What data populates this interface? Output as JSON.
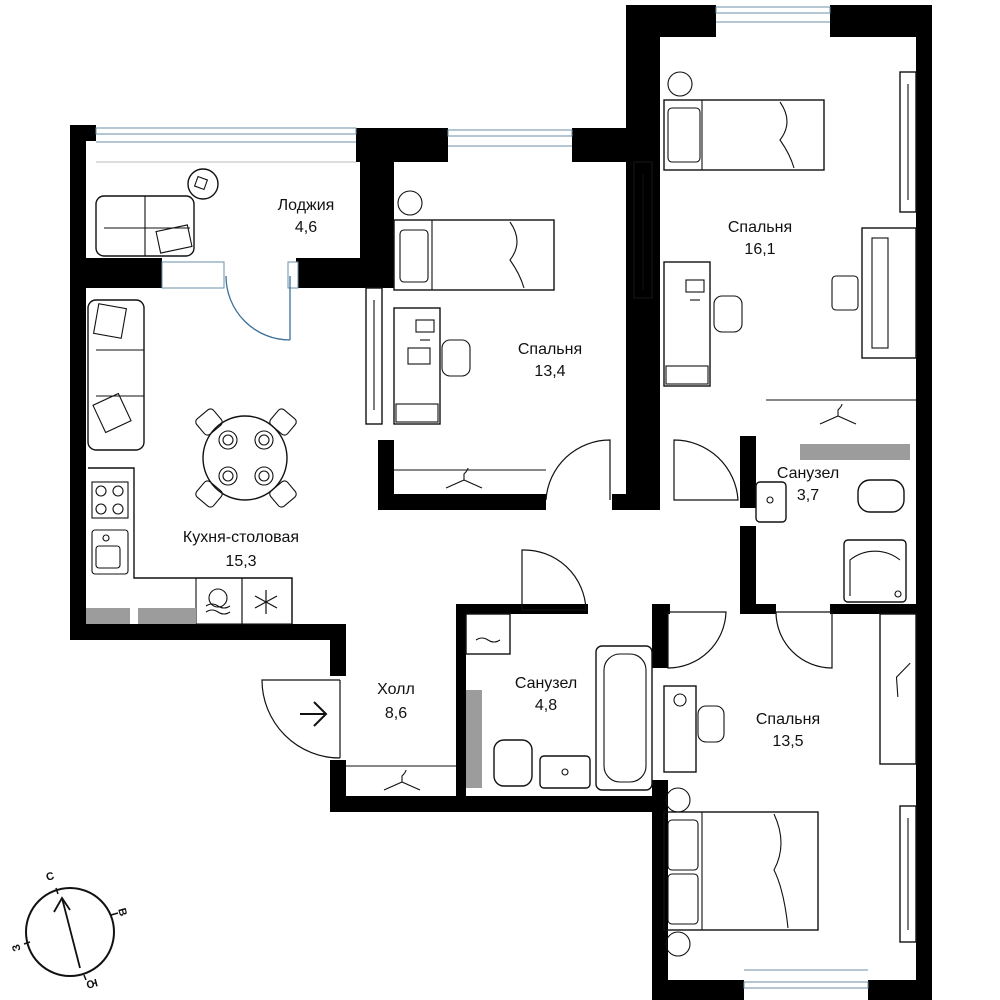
{
  "rooms": [
    {
      "id": "loggia",
      "name": "Лоджия",
      "area": "4,6"
    },
    {
      "id": "bedroom1",
      "name": "Спальня",
      "area": "13,4"
    },
    {
      "id": "bedroom2",
      "name": "Спальня",
      "area": "16,1"
    },
    {
      "id": "kitchen",
      "name": "Кухня-столовая",
      "area": "15,3"
    },
    {
      "id": "bath1",
      "name": "Санузел",
      "area": "3,7"
    },
    {
      "id": "hall",
      "name": "Холл",
      "area": "8,6"
    },
    {
      "id": "bath2",
      "name": "Санузел",
      "area": "4,8"
    },
    {
      "id": "bedroom3",
      "name": "Спальня",
      "area": "13,5"
    }
  ],
  "compass": {
    "north": "С",
    "east": "В",
    "south": "Ю",
    "west": "З"
  },
  "colors": {
    "wall": "#000000",
    "window": "#6a8fa6",
    "door_highlight": "#3a6f97",
    "wet_zone": "#9c9c9c"
  },
  "icons": [
    "entrance-arrow-icon",
    "compass-icon",
    "snowflake-icon",
    "dishwasher-icon",
    "hanger-icon"
  ]
}
